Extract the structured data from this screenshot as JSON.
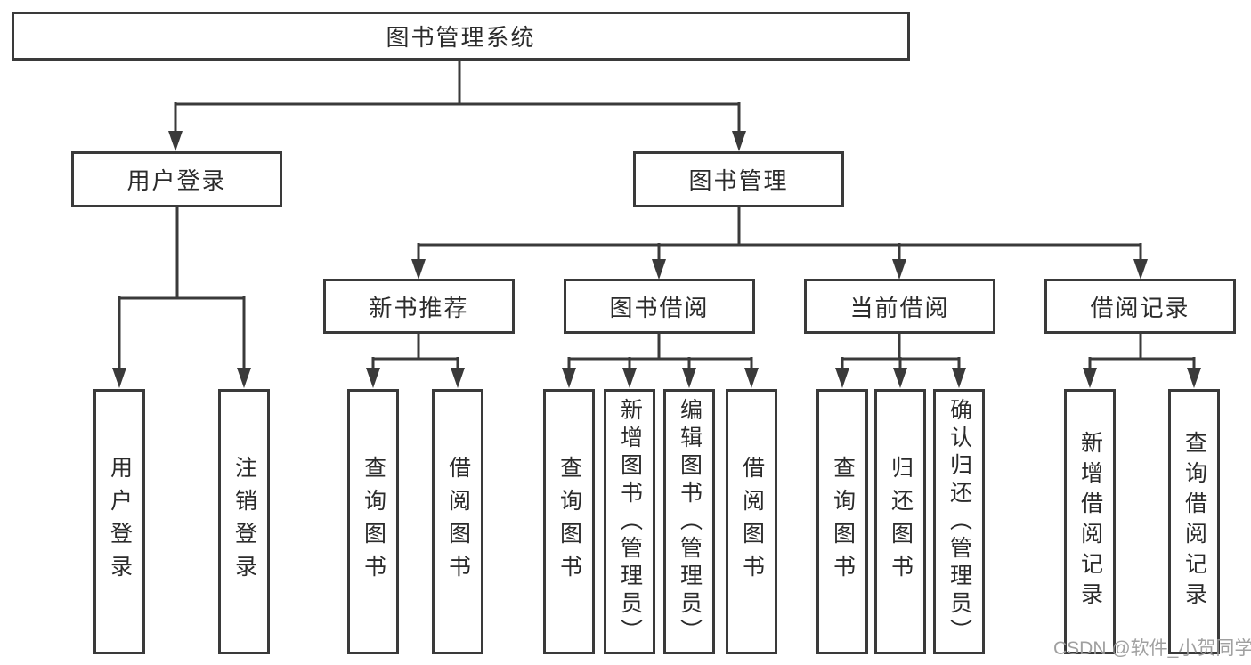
{
  "tree": {
    "label": "图书管理系统",
    "children": [
      {
        "label": "用户登录",
        "children": [
          {
            "label": "用户登录"
          },
          {
            "label": "注销登录"
          }
        ]
      },
      {
        "label": "图书管理",
        "children": [
          {
            "label": "新书推荐",
            "children": [
              {
                "label": "查询图书"
              },
              {
                "label": "借阅图书"
              }
            ]
          },
          {
            "label": "图书借阅",
            "children": [
              {
                "label": "查询图书"
              },
              {
                "label": "新增图书（管理员）"
              },
              {
                "label": "编辑图书（管理员）"
              },
              {
                "label": "借阅图书"
              }
            ]
          },
          {
            "label": "当前借阅",
            "children": [
              {
                "label": "查询图书"
              },
              {
                "label": "归还图书"
              },
              {
                "label": "确认归还（管理员）"
              }
            ]
          },
          {
            "label": "借阅记录",
            "children": [
              {
                "label": "新增借阅记录"
              },
              {
                "label": "查询借阅记录"
              }
            ]
          }
        ]
      }
    ]
  },
  "watermark": "CSDN @软件_小贺同学",
  "colors": {
    "line": "#3a3a3a",
    "box_border": "#3a3a3a",
    "box_fill": "#ffffff",
    "text": "#2b2b2b",
    "watermark": "#9b9b9b",
    "background": "#ffffff"
  }
}
